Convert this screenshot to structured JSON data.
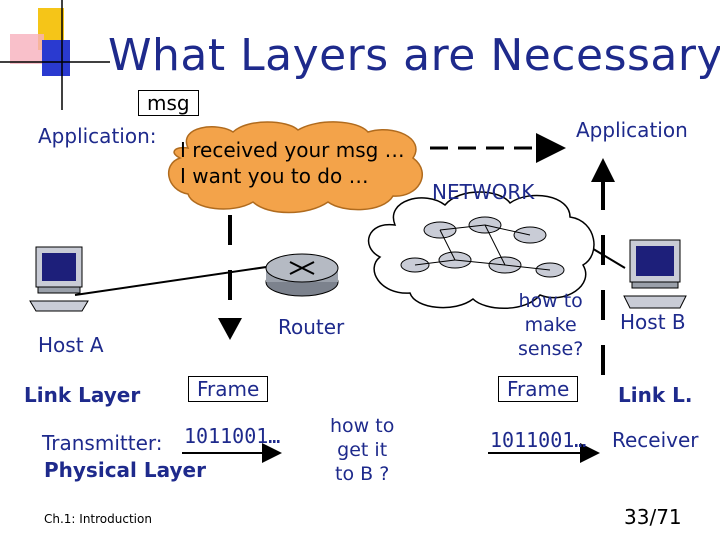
{
  "slide": {
    "title": "What Layers are Necessary?",
    "labels": {
      "msg": "msg",
      "application_left": "Application:",
      "cloud_line1": "I received your msg …",
      "cloud_line2": "I want you to do …",
      "application_right": "Application",
      "network": "NETWORK",
      "router": "Router",
      "host_a": "Host A",
      "host_b": "Host B",
      "link_layer": "Link Layer",
      "frame_left": "Frame",
      "frame_right": "Frame",
      "link_l": "Link L.",
      "transmitter": "Transmitter:",
      "bits_left": "1011001…",
      "physical_layer": "Physical Layer",
      "how_to_get_line1": "how to",
      "how_to_get_line2": "get it",
      "how_to_get_line3": "to B ?",
      "how_to_make_line1": "how to",
      "how_to_make_line2": "make",
      "how_to_make_line3": "sense?",
      "bits_right": "1011001…",
      "receiver": "Receiver",
      "footer": "Ch.1: Introduction",
      "page_number": "33/71"
    },
    "icons": [
      "logo-squares-icon",
      "host-a-computer-icon",
      "host-b-computer-icon",
      "router-icon",
      "network-cloud-icon"
    ],
    "colors": {
      "title": "#1e2a8c",
      "text": "#000000",
      "cloud": "#f3a34a",
      "router": "#9aa0aa",
      "logo_yellow": "#f5c518",
      "logo_red": "#e8404a",
      "logo_blue": "#2a3ad0"
    }
  }
}
